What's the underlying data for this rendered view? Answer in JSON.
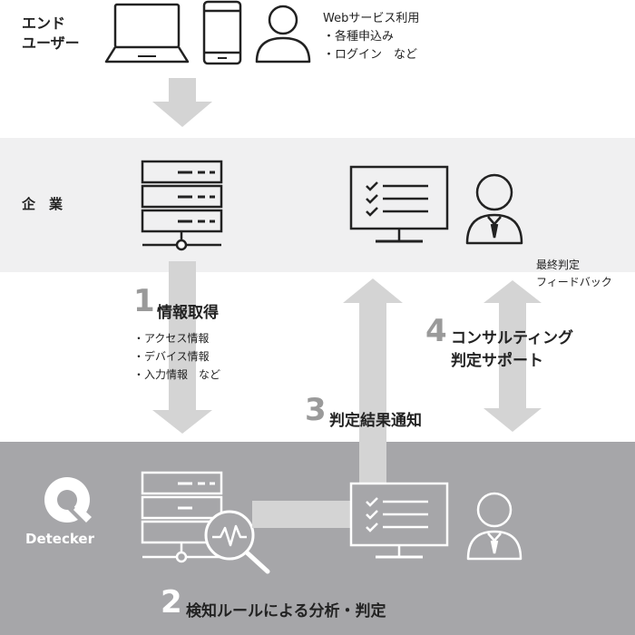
{
  "colors": {
    "band_light": "#f0f0f1",
    "band_dark": "#a6a6a9",
    "arrow_gray": "#d4d4d4",
    "dark_stroke": "#222222",
    "number_gray": "#9a9a9a"
  },
  "end_user": {
    "title_line1": "エンド",
    "title_line2": "ユーザー",
    "desc_line1": "Webサービス利用",
    "desc_line2": "・各種申込み",
    "desc_line3": "・ログイン　など",
    "icons": [
      "laptop-icon",
      "smartphone-icon",
      "person-icon"
    ]
  },
  "company": {
    "label": "企　業",
    "feedback_line1": "最終判定",
    "feedback_line2": "フィードバック",
    "icons": [
      "server-icon",
      "monitor-checklist-icon",
      "person-tie-icon"
    ]
  },
  "steps": {
    "step1": {
      "number": "1",
      "title": "情報取得",
      "item1": "・アクセス情報",
      "item2": "・デバイス情報",
      "item3": "・入力情報　など"
    },
    "step2": {
      "number": "2",
      "title": "検知ルールによる分析・判定"
    },
    "step3": {
      "number": "3",
      "title": "判定結果通知"
    },
    "step4": {
      "number": "4",
      "title_line1": "コンサルティング",
      "title_line2": "判定サポート"
    }
  },
  "detecker": {
    "brand": "Detecker",
    "icons": [
      "detecker-logo-icon",
      "server-magnifier-icon",
      "monitor-checklist-icon",
      "person-tie-icon"
    ]
  }
}
